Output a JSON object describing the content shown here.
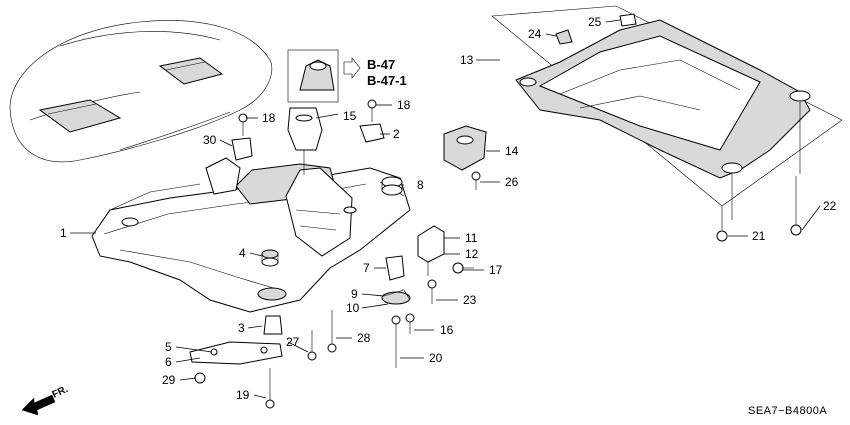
{
  "diagram": {
    "diagram_code": "SEA7−B4800A",
    "direction_marker": "FR.",
    "references": [
      "B-47",
      "B-47-1"
    ],
    "callouts": [
      "1",
      "2",
      "3",
      "4",
      "5",
      "6",
      "7",
      "8",
      "9",
      "10",
      "11",
      "12",
      "13",
      "14",
      "15",
      "16",
      "17",
      "18",
      "18",
      "19",
      "20",
      "21",
      "22",
      "23",
      "24",
      "25",
      "26",
      "27",
      "28",
      "29",
      "30"
    ]
  }
}
